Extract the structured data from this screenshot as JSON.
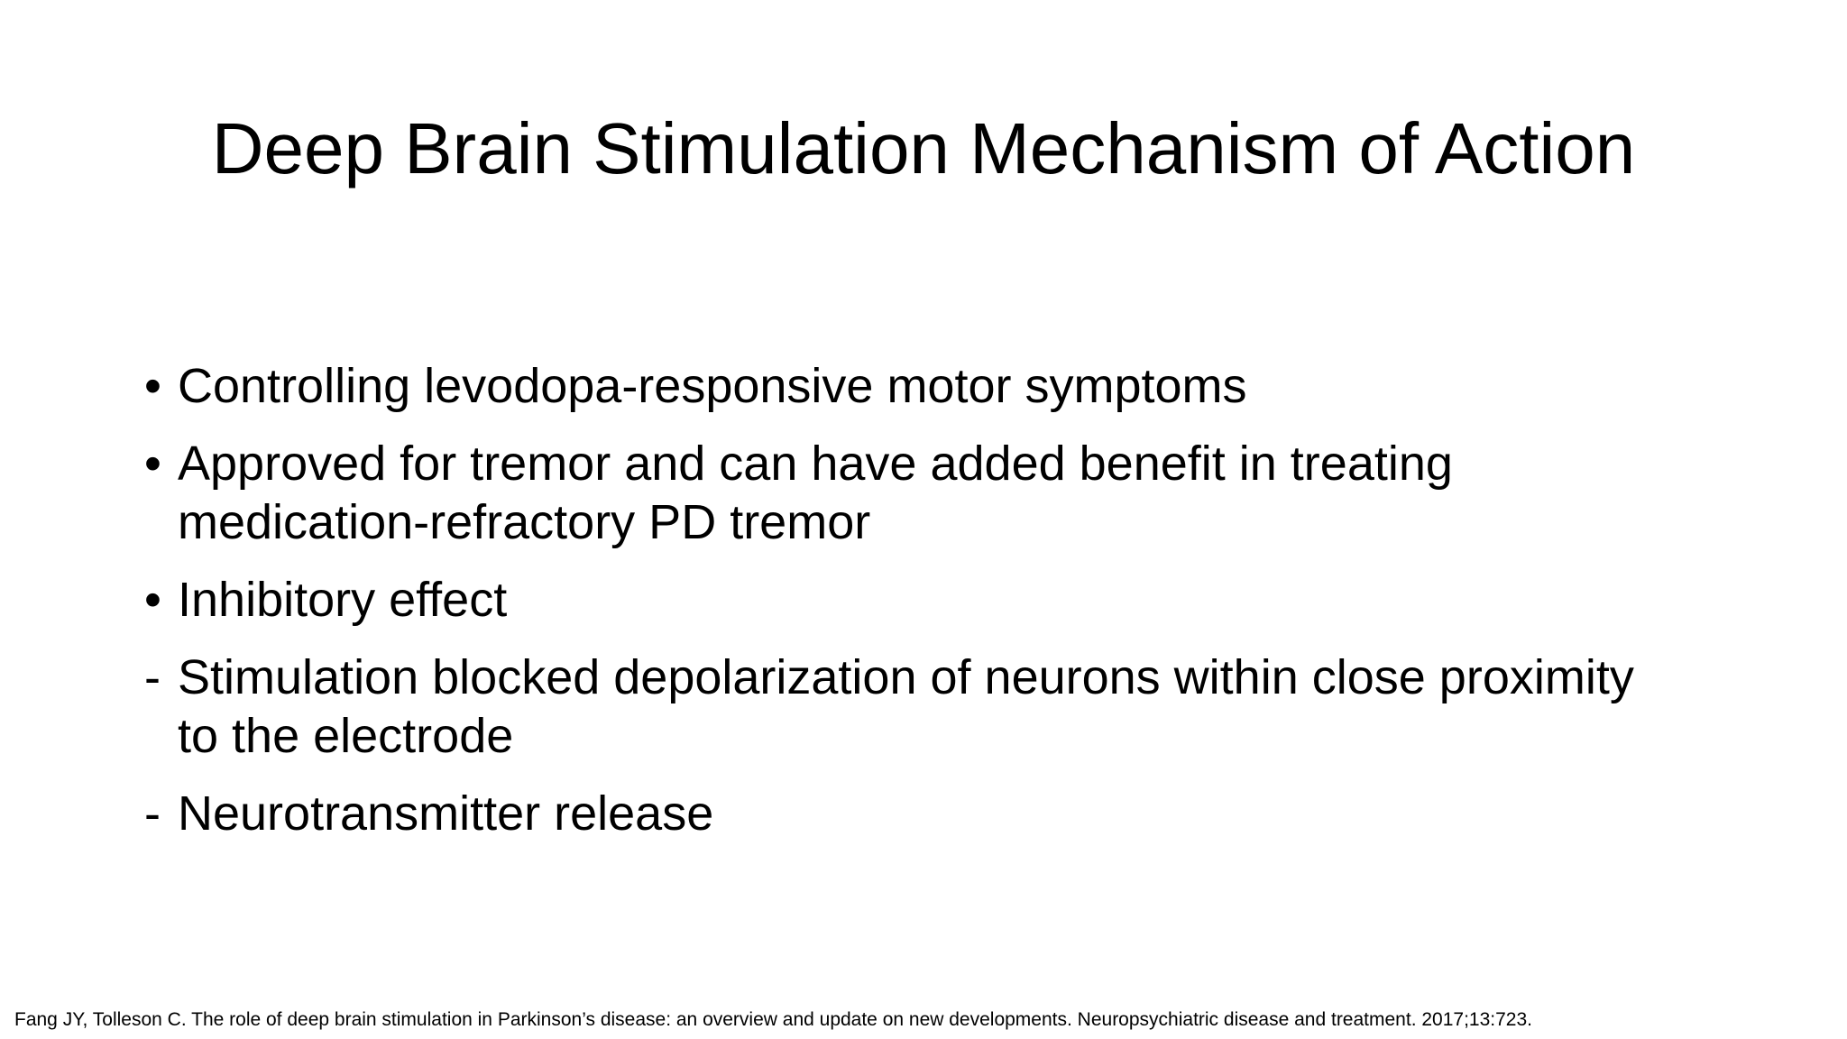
{
  "slide": {
    "title": "Deep Brain Stimulation Mechanism of Action",
    "items": [
      {
        "marker": "•",
        "text": "Controlling levodopa-responsive motor symptoms"
      },
      {
        "marker": "•",
        "text": "Approved for tremor and can have added benefit in treating medication-refractory PD tremor"
      },
      {
        "marker": "•",
        "text": "Inhibitory effect"
      },
      {
        "marker": "-",
        "text": "Stimulation blocked depolarization of neurons within close proximity to the electrode"
      },
      {
        "marker": "-",
        "text": "Neurotransmitter release"
      }
    ],
    "footnote": "Fang JY, Tolleson C. The role of deep brain stimulation in Parkinson’s disease: an overview and update on new developments. Neuropsychiatric disease and treatment. 2017;13:723."
  },
  "colors": {
    "background": "#ffffff",
    "text": "#000000"
  }
}
